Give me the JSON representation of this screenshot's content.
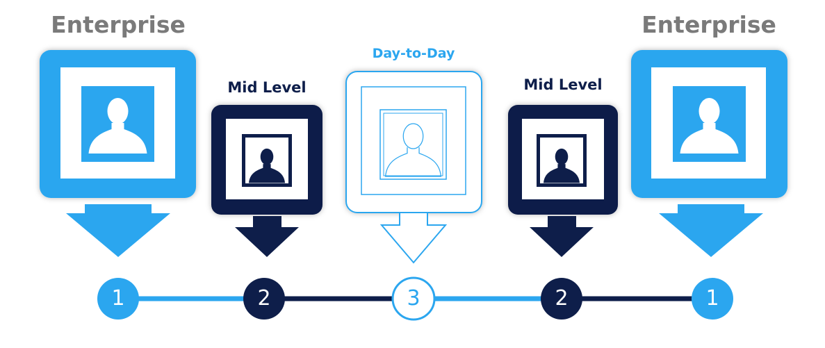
{
  "colors": {
    "light_blue": "#2ba6ef",
    "navy": "#0e1e4a",
    "gray_text": "#7a7a7a",
    "white": "#ffffff"
  },
  "nodes": [
    {
      "label": "Enterprise",
      "number": "1",
      "style": "light-filled",
      "icon": "person-silhouette-icon"
    },
    {
      "label": "Mid Level",
      "number": "2",
      "style": "navy-filled",
      "icon": "person-silhouette-icon"
    },
    {
      "label": "Day-to-Day",
      "number": "3",
      "style": "outline",
      "icon": "person-outline-icon"
    },
    {
      "label": "Mid Level",
      "number": "2",
      "style": "navy-filled",
      "icon": "person-silhouette-icon"
    },
    {
      "label": "Enterprise",
      "number": "1",
      "style": "light-filled",
      "icon": "person-silhouette-icon"
    }
  ]
}
